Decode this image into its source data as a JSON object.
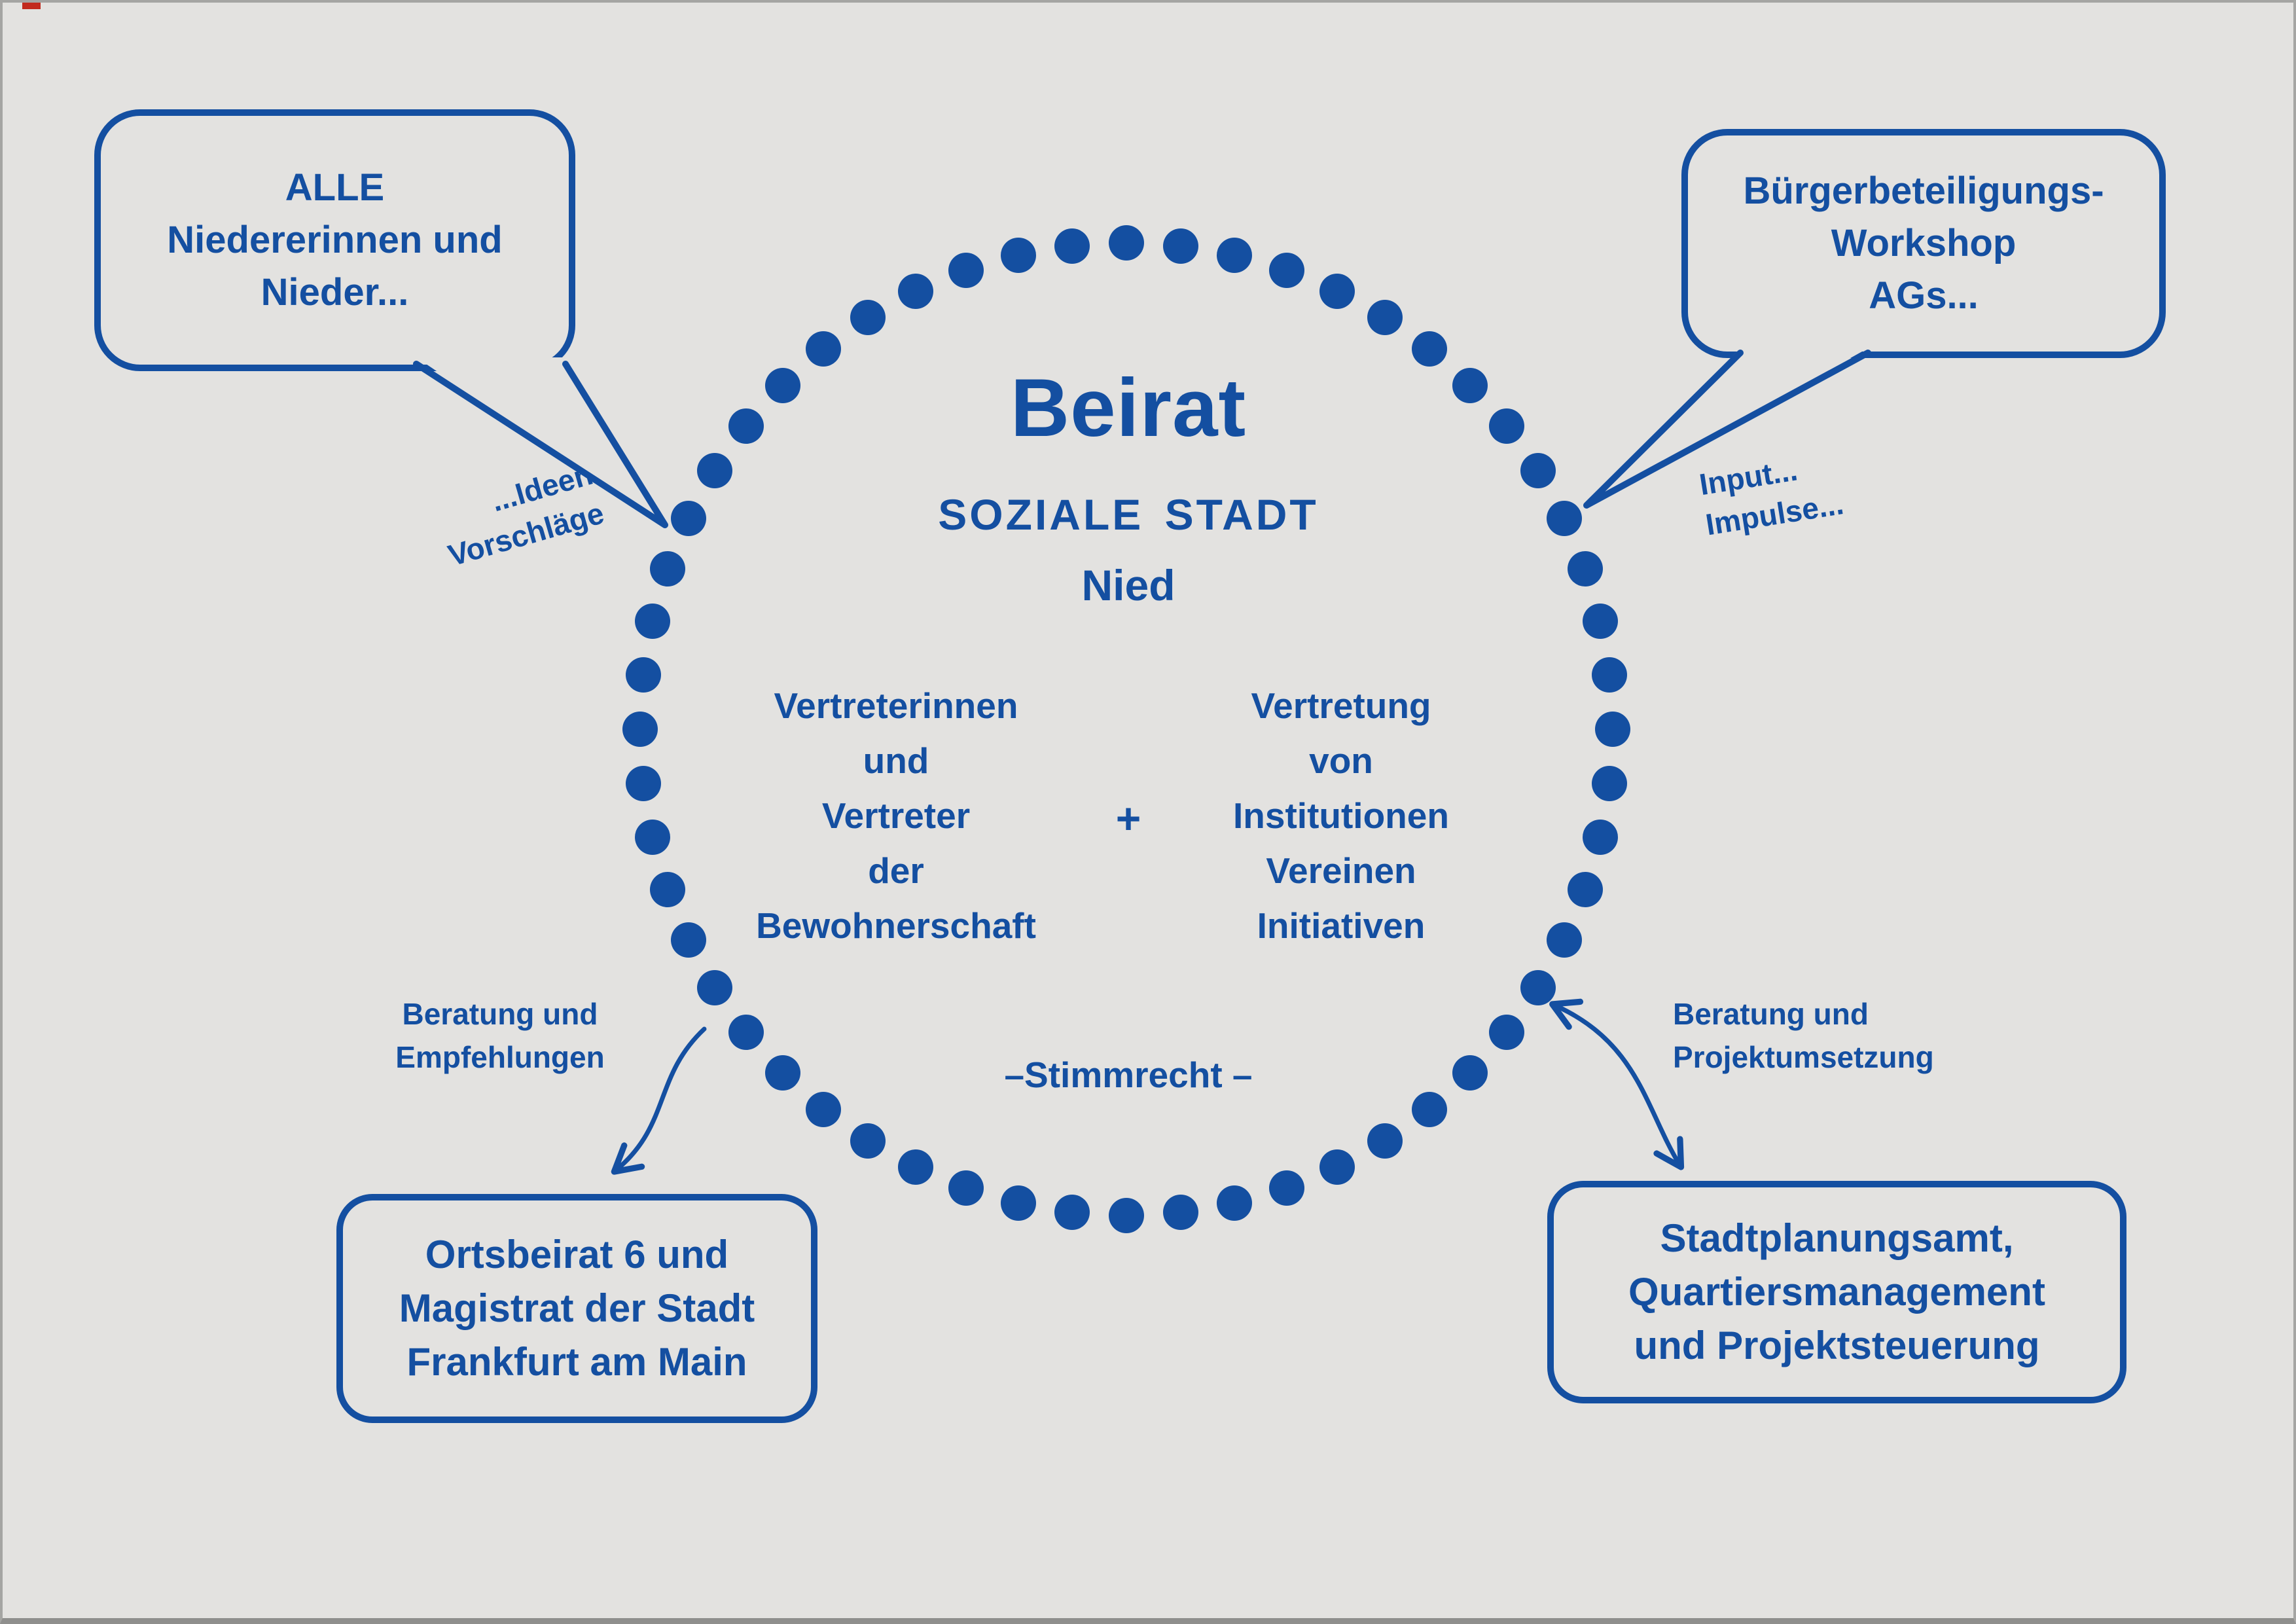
{
  "colors": {
    "blue": "#144fa1",
    "background": "#e3e2e0",
    "red_mark": "#c22a1e"
  },
  "circle": {
    "title": "Beirat",
    "subtitle_line1": "SOZIALE STADT",
    "subtitle_line2": "Nied",
    "left_column": {
      "lines": [
        "Vertreterinnen",
        "und",
        "Vertreter",
        "der",
        "Bewohnerschaft"
      ]
    },
    "plus_sign": "+",
    "right_column": {
      "lines": [
        "Vertretung",
        "von",
        "Institutionen",
        "Vereinen",
        "Initiativen"
      ]
    },
    "voting_note": "–Stimmrecht –"
  },
  "speech_bubbles": {
    "top_left": {
      "lines": [
        "ALLE",
        "Niedererinnen und",
        "Nieder..."
      ]
    },
    "top_right": {
      "lines": [
        "Bürgerbeteiligungs-",
        "Workshop",
        "AGs..."
      ]
    }
  },
  "side_labels": {
    "top_left_rotated": {
      "lines": [
        "...Ideen",
        "Vorschläge"
      ]
    },
    "top_right_rotated": {
      "lines": [
        "Input...",
        "Impulse..."
      ]
    },
    "bottom_left": {
      "lines": [
        "Beratung und",
        "Empfehlungen"
      ]
    },
    "bottom_right": {
      "lines": [
        "Beratung und",
        "Projektumsetzung"
      ]
    }
  },
  "boxes": {
    "bottom_left": {
      "lines": [
        "Ortsbeirat 6 und",
        "Magistrat der Stadt",
        "Frankfurt am Main"
      ]
    },
    "bottom_right": {
      "lines": [
        "Stadtplanungsamt,",
        "Quartiersmanagement",
        "und Projektsteuerung"
      ]
    }
  }
}
